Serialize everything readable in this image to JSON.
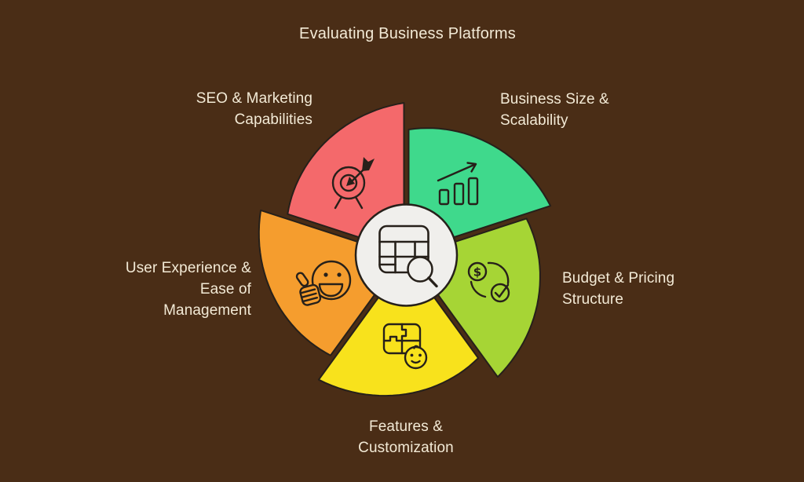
{
  "title": "Evaluating Business Platforms",
  "colors": {
    "background": "#4a2d16",
    "outline": "#26201a",
    "text": "#f3ead6",
    "center_fill": "#f0efec"
  },
  "center": {
    "icon": "table-search-icon"
  },
  "segments": [
    {
      "id": "seo-marketing",
      "label_lines": [
        "SEO & Marketing",
        "Capabilities"
      ],
      "color": "#f4696b",
      "icon": "target-icon"
    },
    {
      "id": "business-size",
      "label_lines": [
        "Business Size &",
        "Scalability"
      ],
      "color": "#3fd98c",
      "icon": "growth-chart-icon"
    },
    {
      "id": "budget-pricing",
      "label_lines": [
        "Budget & Pricing",
        "Structure"
      ],
      "color": "#a6d535",
      "icon": "dollar-cycle-icon"
    },
    {
      "id": "features-customization",
      "label_lines": [
        "Features &",
        "Customization"
      ],
      "color": "#f8e21c",
      "icon": "puzzle-smiley-icon"
    },
    {
      "id": "user-experience",
      "label_lines": [
        "User Experience &",
        "Ease of",
        "Management"
      ],
      "color": "#f59d2e",
      "icon": "thumbs-up-smiley-icon"
    }
  ]
}
